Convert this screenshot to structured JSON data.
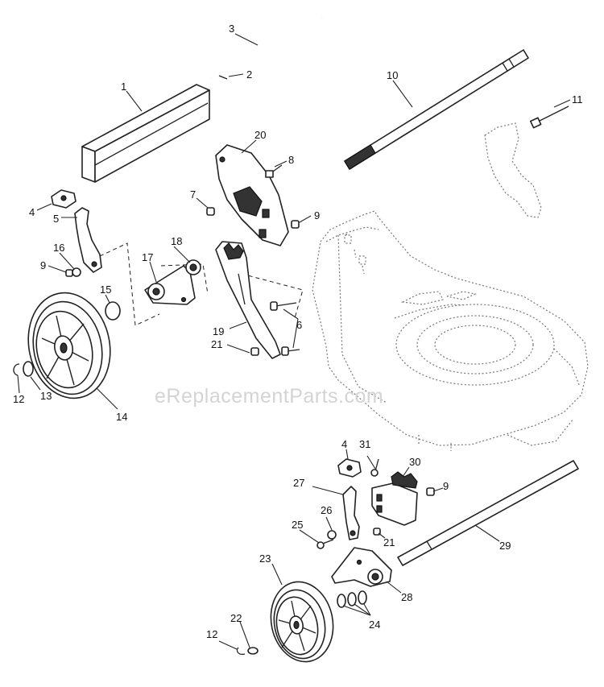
{
  "watermark": "eReplacementParts.com",
  "callouts": {
    "c1": "1",
    "c2": "2",
    "c3": "3",
    "c4a": "4",
    "c4b": "4",
    "c5": "5",
    "c6": "6",
    "c7": "7",
    "c8": "8",
    "c9a": "9",
    "c9b": "9",
    "c9c": "9",
    "c10": "10",
    "c11": "11",
    "c12a": "12",
    "c12b": "12",
    "c13": "13",
    "c14": "14",
    "c15": "15",
    "c16": "16",
    "c17": "17",
    "c18": "18",
    "c19": "19",
    "c20": "20",
    "c21a": "21",
    "c21b": "21",
    "c22": "22",
    "c23": "23",
    "c24": "24",
    "c25": "25",
    "c26": "26",
    "c27": "27",
    "c28": "28",
    "c29": "29",
    "c30": "30",
    "c31": "31"
  }
}
